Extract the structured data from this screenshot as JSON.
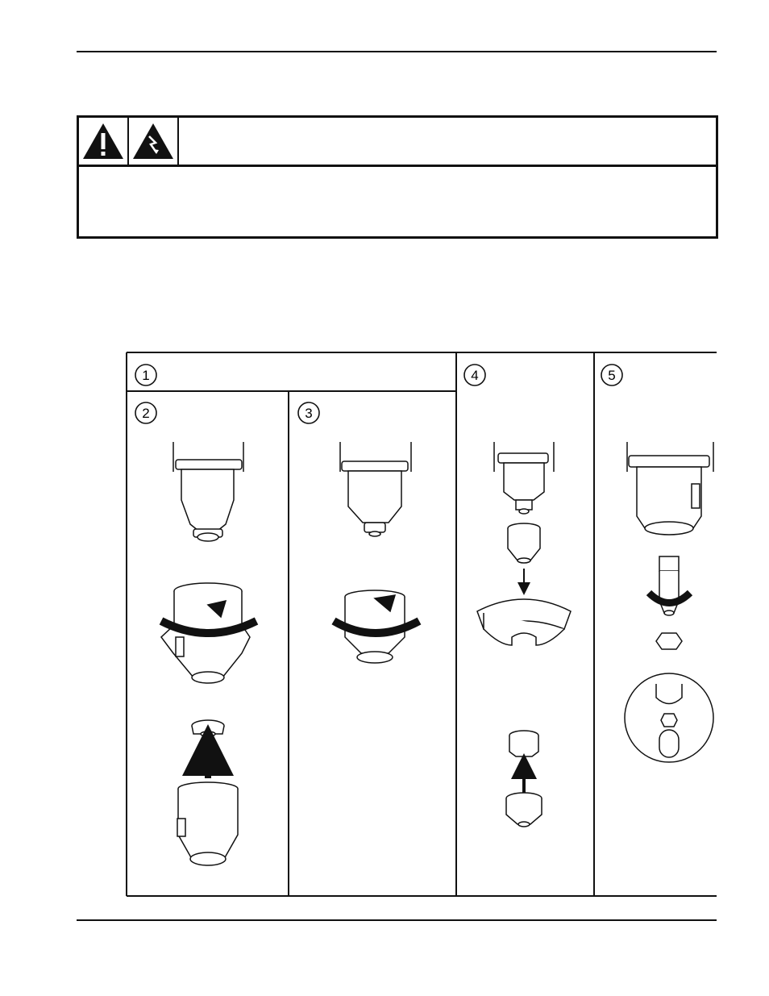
{
  "warning": {
    "icons": [
      "warning-exclamation-icon",
      "electric-shock-icon"
    ],
    "title": "",
    "body": ""
  },
  "figure": {
    "steps": [
      "1",
      "2",
      "3",
      "4",
      "5"
    ]
  }
}
